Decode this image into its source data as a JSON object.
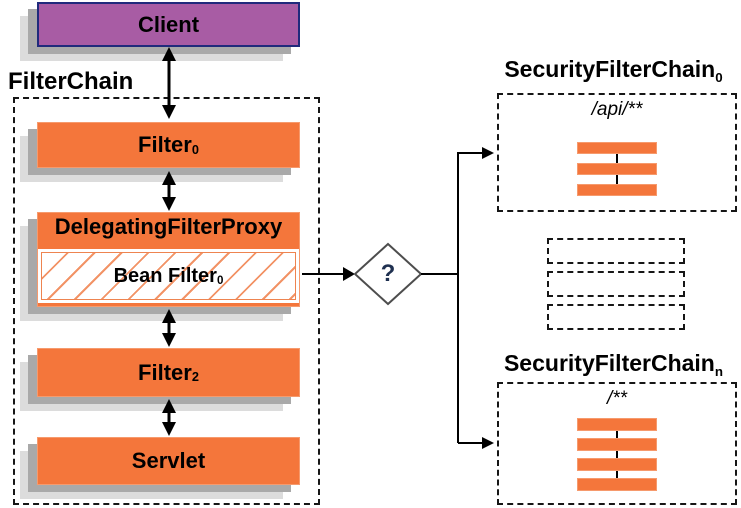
{
  "client": {
    "label": "Client"
  },
  "filter_chain": {
    "title": "FilterChain",
    "filter0": {
      "label": "Filter",
      "sub": "0"
    },
    "delegating_filter_proxy": {
      "label": "DelegatingFilterProxy"
    },
    "bean_filter": {
      "label": "Bean Filter",
      "sub": "0"
    },
    "filter2": {
      "label": "Filter",
      "sub": "2"
    },
    "servlet": {
      "label": "Servlet"
    }
  },
  "decision": {
    "label": "?"
  },
  "security_filter_chains": {
    "chain0": {
      "title": "SecurityFilterChain",
      "title_sub": "0",
      "pattern": "/api/**",
      "filter_bar_count": 3
    },
    "placeholder_count": 3,
    "chainN": {
      "title": "SecurityFilterChain",
      "title_sub": "n",
      "pattern": "/**",
      "filter_bar_count": 4
    }
  },
  "colors": {
    "orange": "#F4763B",
    "orange_border": "#F69A6D",
    "purple": "#A85CA4",
    "purple_border": "#202A7C",
    "shadow_dark": "#A9A9A9",
    "shadow_light": "#DCDCDC"
  }
}
